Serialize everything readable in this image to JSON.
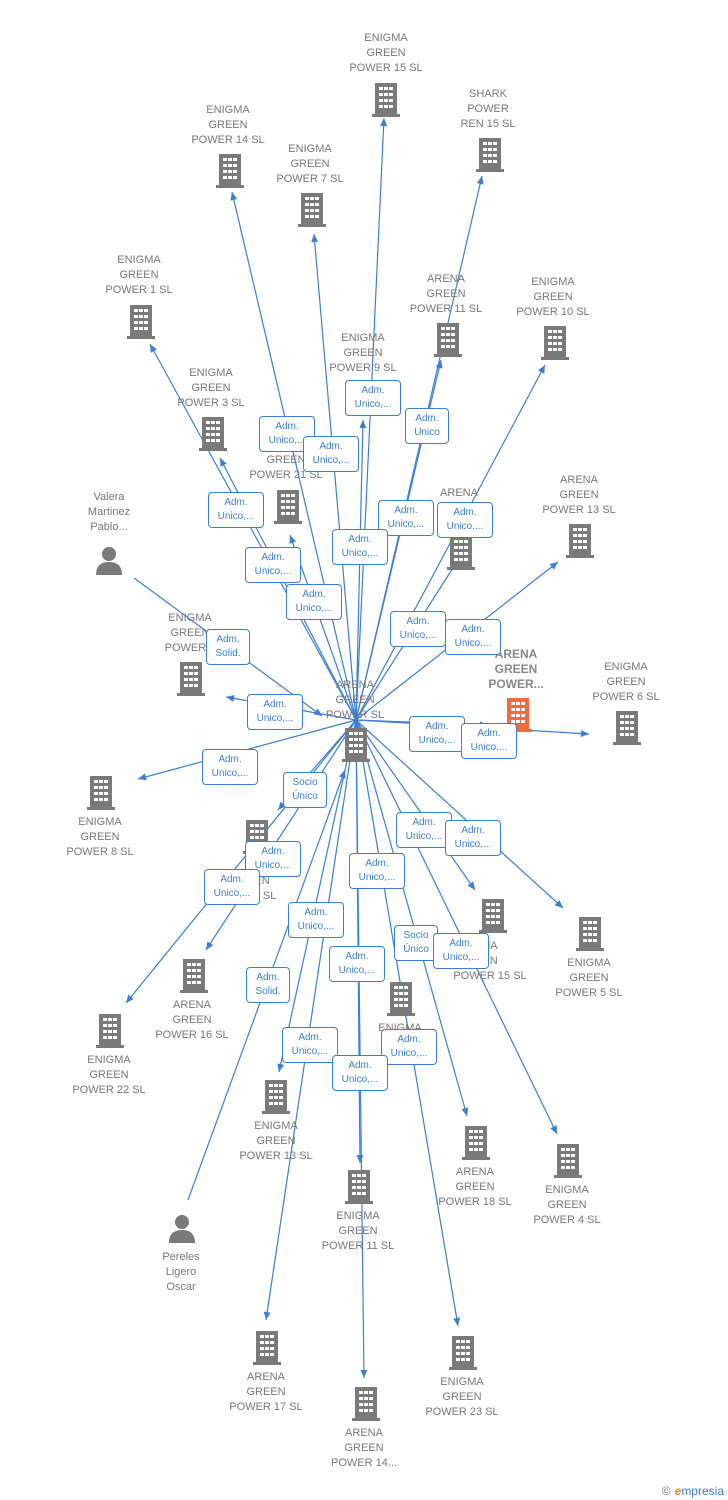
{
  "center": {
    "name": "ARENA\nGREEN\nPOWER  SL"
  },
  "highlight": {
    "name": "ARENA\nGREEN\nPOWER..."
  },
  "nodes": [
    {
      "id": "eg15",
      "name": "ENIGMA\nGREEN\nPOWER 15  SL",
      "type": "company"
    },
    {
      "id": "shark",
      "name": "SHARK\nPOWER\nREN 15  SL",
      "type": "company"
    },
    {
      "id": "eg14",
      "name": "ENIGMA\nGREEN\nPOWER 14  SL",
      "type": "company"
    },
    {
      "id": "eg7",
      "name": "ENIGMA\nGREEN\nPOWER 7  SL",
      "type": "company"
    },
    {
      "id": "eg1",
      "name": "ENIGMA\nGREEN\nPOWER 1  SL",
      "type": "company"
    },
    {
      "id": "ag11a",
      "name": "ARENA\nGREEN\nPOWER 11  SL",
      "type": "company"
    },
    {
      "id": "eg10",
      "name": "ENIGMA\nGREEN\nPOWER 10  SL",
      "type": "company"
    },
    {
      "id": "eg9",
      "name": "ENIGMA\nGREEN\nPOWER 9  SL",
      "type": "company"
    },
    {
      "id": "eg3",
      "name": "ENIGMA\nGREEN\nPOWER 3  SL",
      "type": "company"
    },
    {
      "id": "g21",
      "name": "GREEN\nPOWER 21  SL",
      "type": "company"
    },
    {
      "id": "arenaL",
      "name": "ARENA",
      "type": "company"
    },
    {
      "id": "ag13",
      "name": "ARENA\nGREEN\nPOWER 13  SL",
      "type": "company"
    },
    {
      "id": "valera",
      "name": "Valera\nMartinez\nPablo...",
      "type": "person"
    },
    {
      "id": "eg2",
      "name": "ENIGMA\nGREEN\nPOWER 2",
      "type": "company"
    },
    {
      "id": "eg6",
      "name": "ENIGMA\nGREEN\nPOWER 6  SL",
      "type": "company"
    },
    {
      "id": "eg8",
      "name": "ENIGMA\nGREEN\nPOWER 8  SL",
      "type": "company"
    },
    {
      "id": "ag19",
      "name": "AR\nEN\n19  SL",
      "type": "company"
    },
    {
      "id": "ag15",
      "name": "NA\nEN\nPOWER 15  SL",
      "type": "company"
    },
    {
      "id": "eg5",
      "name": "ENIGMA\nGREEN\nPOWER 5  SL",
      "type": "company"
    },
    {
      "id": "ag16",
      "name": "ARENA\nGREEN\nPOWER 16  SL",
      "type": "company"
    },
    {
      "id": "eg22",
      "name": "ENIGMA\nGREEN\nPOWER 22  SL",
      "type": "company"
    },
    {
      "id": "egM",
      "name": "ENIGMA",
      "type": "company"
    },
    {
      "id": "eg13",
      "name": "ENIGMA\nGREEN\nPOWER 13  SL",
      "type": "company"
    },
    {
      "id": "ag18",
      "name": "ARENA\nGREEN\nPOWER 18  SL",
      "type": "company"
    },
    {
      "id": "eg4",
      "name": "ENIGMA\nGREEN\nPOWER 4  SL",
      "type": "company"
    },
    {
      "id": "eg11",
      "name": "ENIGMA\nGREEN\nPOWER 11  SL",
      "type": "company"
    },
    {
      "id": "pereles",
      "name": "Pereles\nLigero\nOscar",
      "type": "person"
    },
    {
      "id": "ag17",
      "name": "ARENA\nGREEN\nPOWER 17  SL",
      "type": "company"
    },
    {
      "id": "eg23",
      "name": "ENIGMA\nGREEN\nPOWER 23  SL",
      "type": "company"
    },
    {
      "id": "ag14",
      "name": "ARENA\nGREEN\nPOWER 14...",
      "type": "company"
    }
  ],
  "badges": [
    "Adm.\nUnico,...",
    "Adm.\nUnico,...",
    "Adm.\nUnico,...",
    "Adm.\nUnico",
    "Adm.\nUnico,...",
    "Adm.\nUnico,...",
    "Adm.\nUnico,...",
    "Adm.\nUnico,...",
    "Adm.\nUnico,...",
    "Adm.\nUnico,...",
    "Adm.\nUnico,...",
    "Adm.\nSolid.",
    "Adm.\nUnico,...",
    "Adm.\nUnico,...",
    "Adm.\nUnico,...",
    "Adm.\nUnico,...",
    "Adm.\nUnico,...",
    "Socio\nÚnico",
    "Adm.\nUnico,...",
    "Adm.\nUnico,...",
    "Adm.\nUnico,...",
    "Adm.\nUnico,...",
    "Adm.\nUnico,...",
    "Adm.\nUnico,...",
    "Socio\nÚnico",
    "Adm.\nUnico,...",
    "Adm.\nUnico,...",
    "Adm.\nSolid.",
    "Adm.\nUnico,...",
    "Adm.\nUnico,...",
    "Adm.\nUnico,..."
  ],
  "footer": {
    "copyright": "©",
    "brand_e": "e",
    "brand_rest": "mpresia"
  }
}
